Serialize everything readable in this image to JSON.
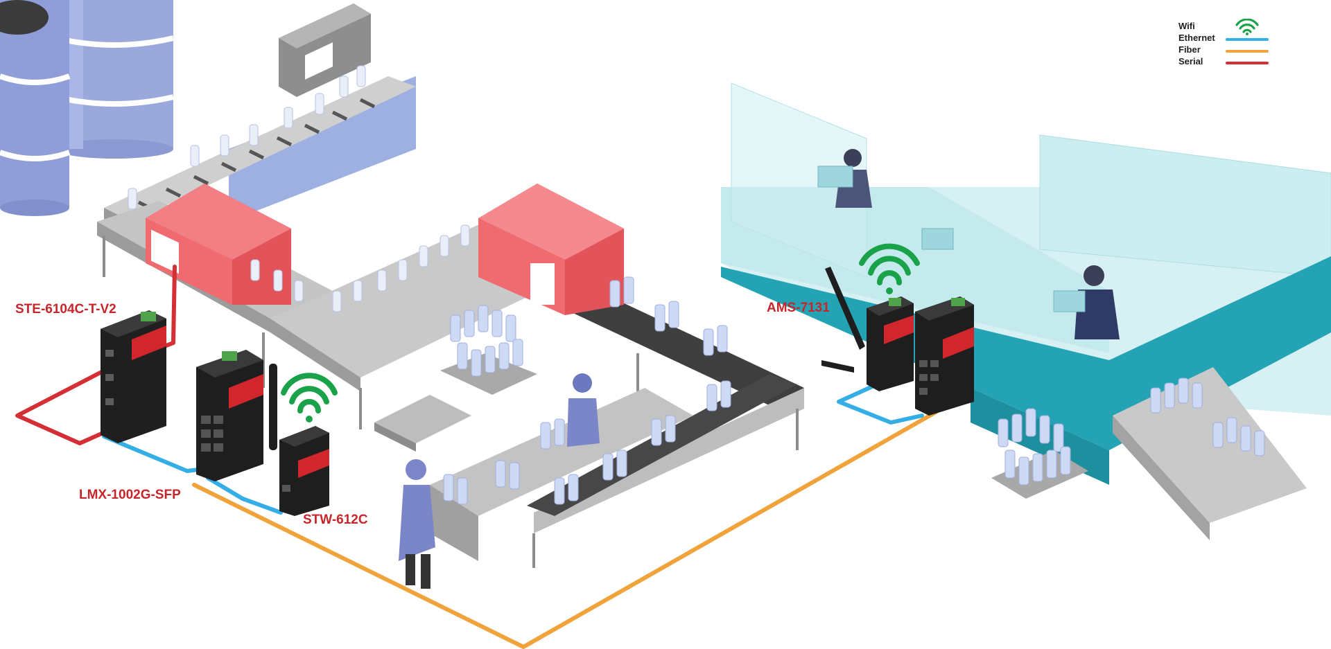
{
  "legend": {
    "items": [
      {
        "label": "Wifi",
        "kind": "wifi",
        "color": "#1aa24a"
      },
      {
        "label": "Ethernet",
        "kind": "line",
        "color": "#34aee5"
      },
      {
        "label": "Fiber",
        "kind": "line",
        "color": "#f0a33a"
      },
      {
        "label": "Serial",
        "kind": "line",
        "color": "#d32f35"
      }
    ]
  },
  "devices": {
    "ste": "STE-6104C-T-V2",
    "lmx": "LMX-1002G-SFP",
    "stw": "STW-612C",
    "ams": "AMS-7131"
  },
  "colors": {
    "label_red": "#c7252c",
    "device_body": "#1f1f1f",
    "device_accent": "#d0262c",
    "machine_red": "#e8555a",
    "conveyor_gray": "#bdbdbd",
    "teal_counter": "#2aa6b6",
    "bottle_blue": "#c8d6f5"
  }
}
